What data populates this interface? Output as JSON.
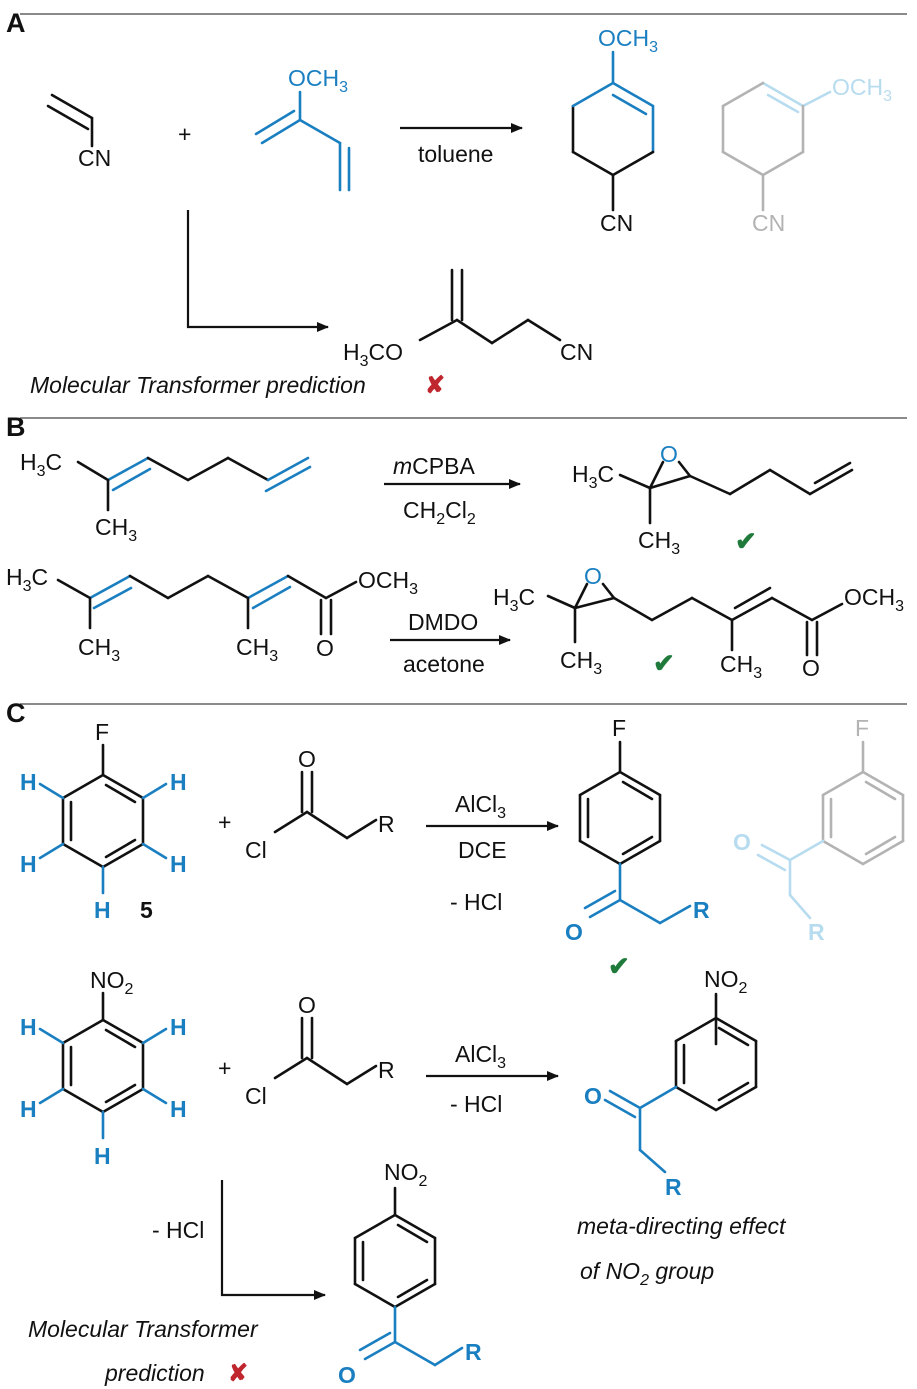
{
  "sections": {
    "a": "A",
    "b": "B",
    "c": "C"
  },
  "labels": {
    "ch3": "CH",
    "ch3_sub": "3",
    "och3": "OCH",
    "och3_sub": "3",
    "cn": "CN",
    "plus": "+",
    "h": "H",
    "h3c_h": "H",
    "h3c_sub": "3",
    "h3c_c": "C",
    "h3co": "O",
    "o": "O",
    "cl": "Cl",
    "r": "R",
    "f": "F",
    "no2_no": "NO",
    "no2_sub": "2",
    "compound_number": "5"
  },
  "reagents": {
    "toluene": "toluene",
    "mcpba_m": "m",
    "mcpba_rest": "CPBA",
    "ch2cl2_ch": "CH",
    "ch2cl2_cl": "Cl",
    "sub2": "2",
    "dmdo": "DMDO",
    "acetone": "acetone",
    "alcl3": "AlCl",
    "sub3": "3",
    "dce": "DCE",
    "minus_hcl": "- HCl"
  },
  "notes": {
    "mt_prediction_full": "Molecular Transformer prediction",
    "mt_line1": "Molecular Transformer",
    "mt_line2": "prediction",
    "meta_line1": "meta-directing effect",
    "meta_line2_a": "of NO",
    "meta_line2_sub": "2",
    "meta_line2_b": " group",
    "check_mark": "✔",
    "cross_mark": "✘"
  },
  "colors": {
    "black": "#111111",
    "blue": "#1a7fc1",
    "light_blue": "#b8dcef",
    "gray": "#b3b3b3",
    "green_check": "#1f7a3c",
    "red_cross": "#c0262d",
    "separator": "#8a8a8a"
  }
}
